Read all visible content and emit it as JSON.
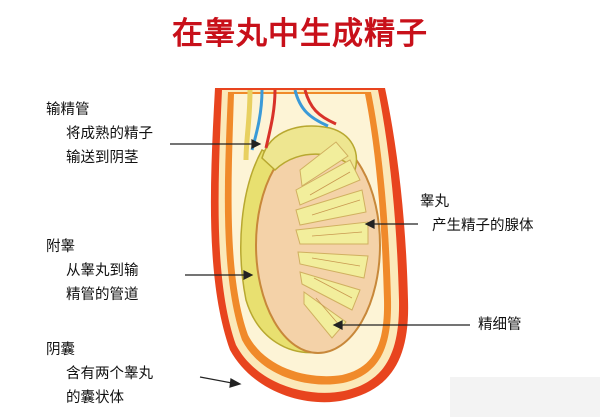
{
  "title": "在睾丸中生成精子",
  "labels": {
    "vas_deferens": {
      "name": "输精管",
      "desc": [
        "将成熟的精子",
        "输送到阴茎"
      ]
    },
    "epididymis": {
      "name": "附睾",
      "desc": [
        "从睾丸到输",
        "精管的管道"
      ]
    },
    "scrotum": {
      "name": "阴囊",
      "desc": [
        "含有两个睾丸",
        "的囊状体"
      ]
    },
    "testis": {
      "name": "睾丸",
      "desc": [
        "产生精子的腺体"
      ]
    },
    "seminiferous_tubule": {
      "name": "精细管"
    }
  },
  "colors": {
    "title": "#c8101a",
    "scrotum_outer": "#e8441e",
    "scrotum_layer": "#f08a2a",
    "epididymis": "#e8e070",
    "testis_body": "#f4d2a8",
    "tubule": "#f2ee9c",
    "vessel_blue": "#3a9ad8",
    "vessel_red": "#d8322a"
  }
}
